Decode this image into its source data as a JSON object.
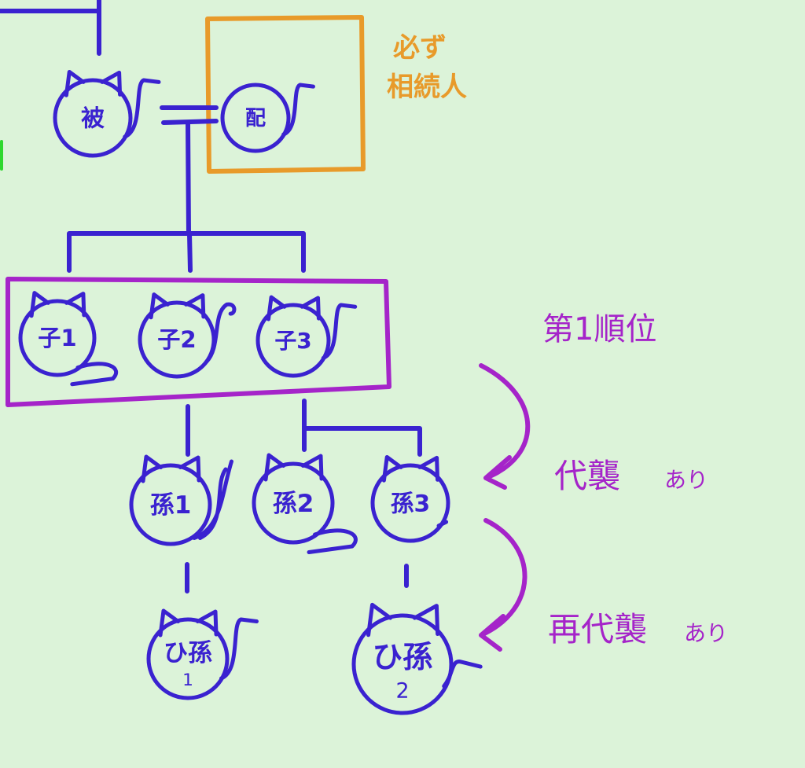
{
  "colors": {
    "background": "#dcf3d9",
    "lines": "#3a22d0",
    "spouse_box": "#e89a2a",
    "heir_box": "#a524c9",
    "annotation": "#a524c9",
    "edge_mark": "#2ed82e"
  },
  "nodes": {
    "deceased": {
      "label": "被"
    },
    "spouse": {
      "label": "配"
    },
    "child1": {
      "label": "子1"
    },
    "child2": {
      "label": "子2"
    },
    "child3": {
      "label": "子3"
    },
    "grandchild1": {
      "label": "孫1"
    },
    "grandchild2": {
      "label": "孫2"
    },
    "grandchild3": {
      "label": "孫3"
    },
    "great_grandchild1": {
      "label": "ひ孫",
      "sub": "1"
    },
    "great_grandchild2": {
      "label": "ひ孫",
      "sub": "2"
    }
  },
  "annotations": {
    "spouse_note_line1": "必ず",
    "spouse_note_line2": "相続人",
    "first_rank": "第1順位",
    "substitution": "代襲",
    "substitution_suffix": "あり",
    "re_substitution": "再代襲",
    "re_substitution_suffix": "あり"
  },
  "icons": {
    "node_shape": "cat-face-icon",
    "arrow": "curved-arrow-icon"
  }
}
